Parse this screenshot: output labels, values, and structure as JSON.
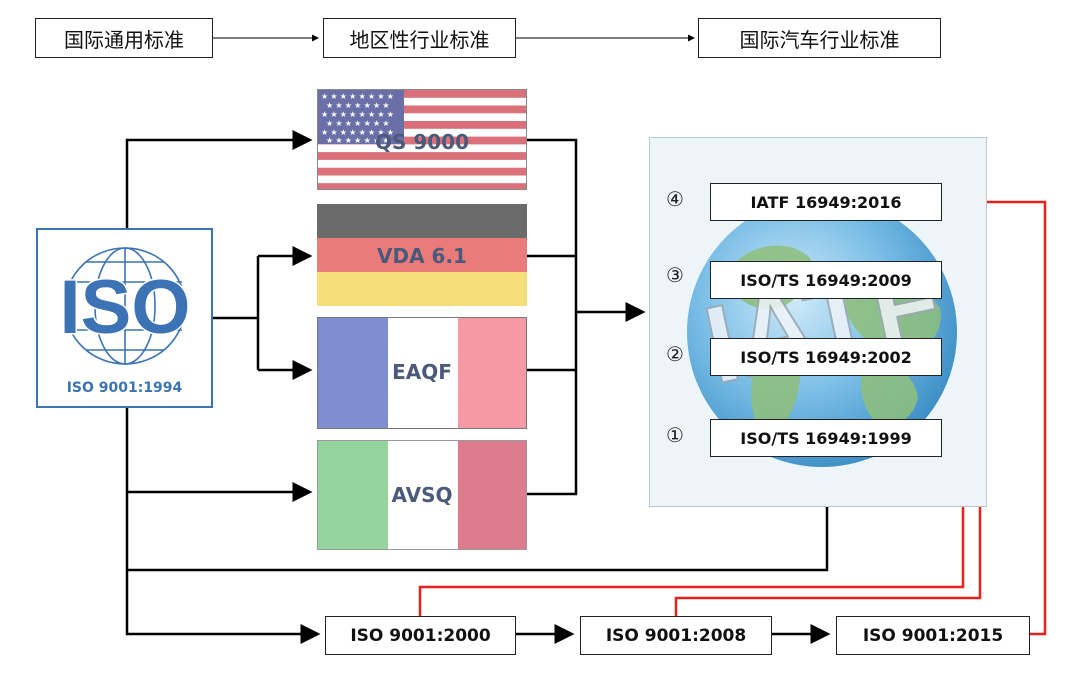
{
  "header": {
    "step1": "国际通用标准",
    "step2": "地区性行业标准",
    "step3": "国际汽车行业标准"
  },
  "iso_logo": {
    "mark": "ISO",
    "caption": "ISO 9001:1994"
  },
  "regional": [
    {
      "label": "QS 9000",
      "flag": "usa"
    },
    {
      "label": "VDA 6.1",
      "flag": "germany"
    },
    {
      "label": "EAQF",
      "flag": "france"
    },
    {
      "label": "AVSQ",
      "flag": "italy"
    }
  ],
  "iatf_panel": {
    "watermark": "IATF",
    "items": [
      {
        "num": "④",
        "label": "IATF 16949:2016"
      },
      {
        "num": "③",
        "label": "ISO/TS 16949:2009"
      },
      {
        "num": "②",
        "label": "ISO/TS 16949:2002"
      },
      {
        "num": "①",
        "label": "ISO/TS 16949:1999"
      }
    ]
  },
  "iso_versions": [
    "ISO 9001:2000",
    "ISO 9001:2008",
    "ISO 9001:2015"
  ],
  "colors": {
    "red_arrow": "#e8211c",
    "iso_blue": "#3c73b4",
    "globe_blue": "#5aa6d6"
  }
}
